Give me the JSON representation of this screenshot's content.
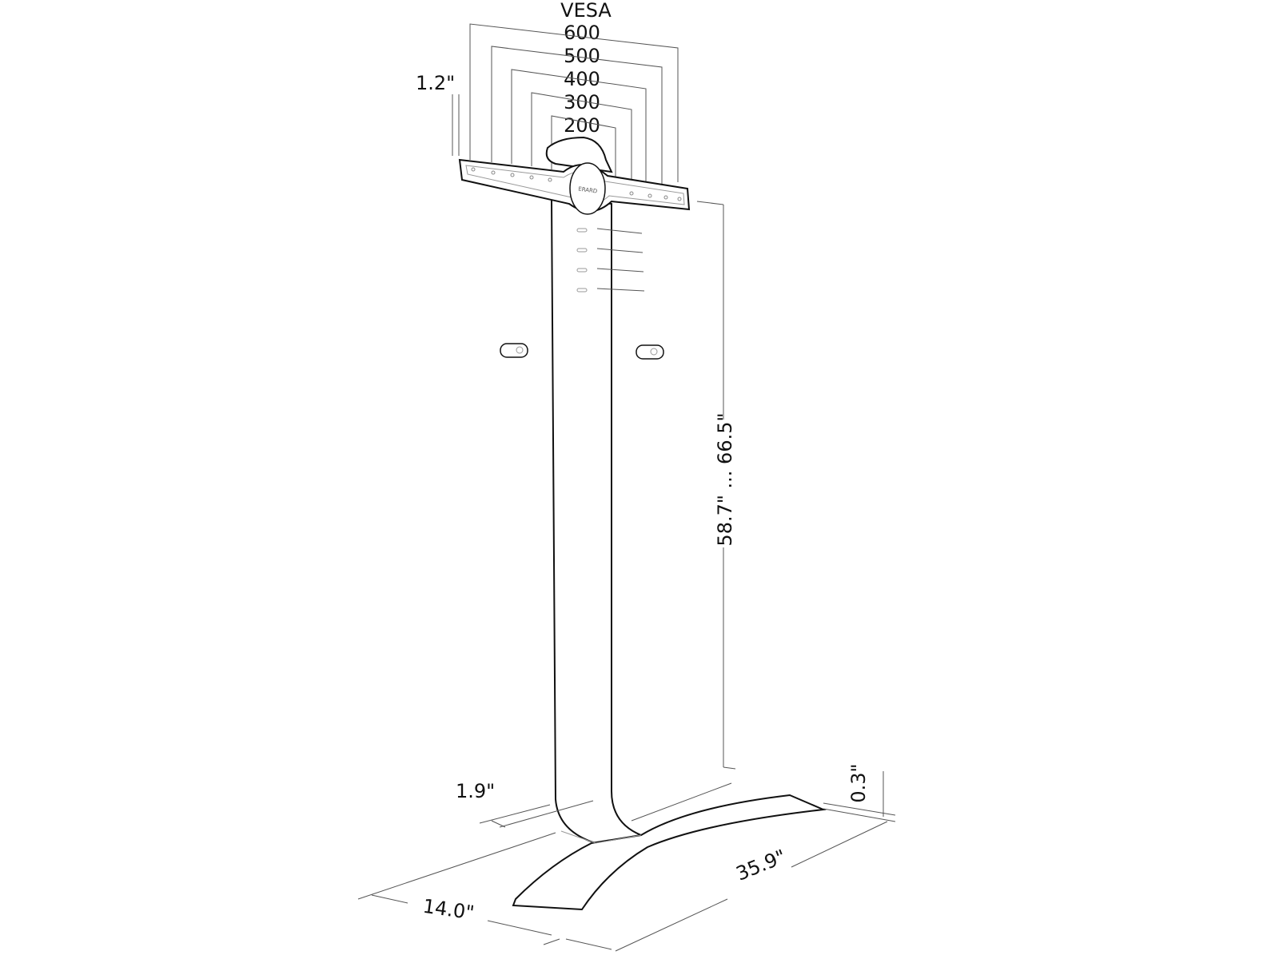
{
  "title": "VESA",
  "vesa_sizes": [
    "600",
    "500",
    "400",
    "300",
    "200"
  ],
  "brand_logo": "ERARD",
  "dimensions": {
    "bracket_thickness": "1.2\"",
    "height": "58.7\" ... 66.5\"",
    "column_depth": "1.9\"",
    "base_thickness": "0.3\"",
    "base_width": "35.9\"",
    "base_depth": "14.0\""
  }
}
